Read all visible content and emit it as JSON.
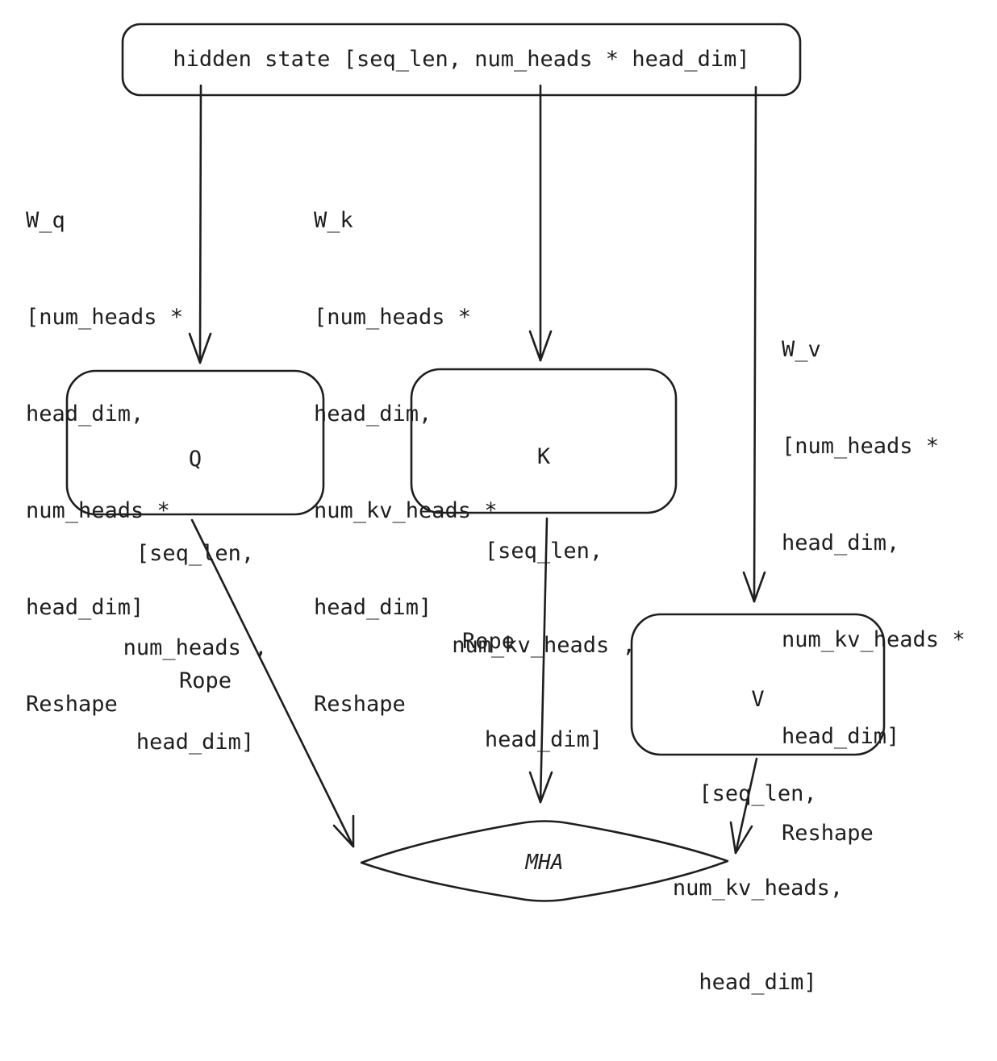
{
  "nodes": {
    "hidden_state": {
      "label": "hidden state [seq_len, num_heads * head_dim]"
    },
    "q": {
      "lines": [
        "Q",
        "[seq_len,",
        "num_heads ,",
        "head_dim]"
      ]
    },
    "k": {
      "lines": [
        "K",
        "[seq_len,",
        "num_kv_heads ,",
        "head_dim]"
      ]
    },
    "v": {
      "lines": [
        "V",
        "[seq_len,",
        "num_kv_heads,",
        "head_dim]"
      ]
    },
    "mha": {
      "label": "MHA"
    }
  },
  "edges": {
    "wq": {
      "lines": [
        "W_q",
        "[num_heads *",
        "head_dim,",
        "num_heads *",
        "head_dim]",
        "Reshape"
      ]
    },
    "wk": {
      "lines": [
        "W_k",
        "[num_heads *",
        "head_dim,",
        "num_kv_heads *",
        "head_dim]",
        "Reshape"
      ]
    },
    "wv": {
      "lines": [
        "W_v",
        "[num_heads *",
        "head_dim,",
        "num_kv_heads *",
        "head_dim]",
        "Reshape"
      ]
    },
    "q_rope": {
      "label": "Rope"
    },
    "k_rope": {
      "label": "Rope"
    }
  },
  "colors": {
    "stroke": "#1e1e1e",
    "fill": "#ffffff"
  }
}
